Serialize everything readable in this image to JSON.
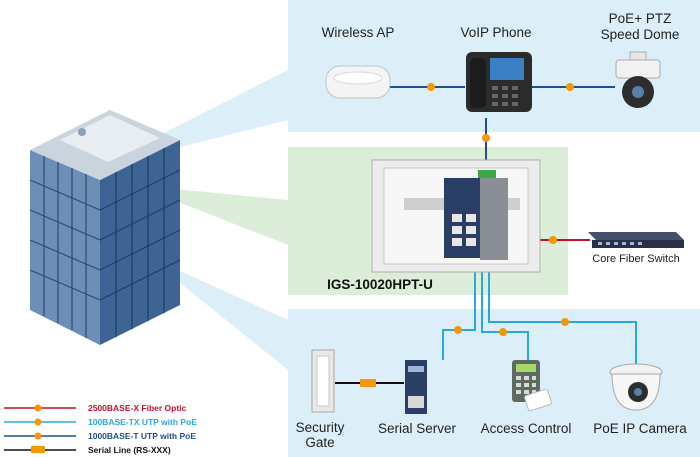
{
  "labels": {
    "wireless_ap": "Wireless AP",
    "voip_phone": "VoIP Phone",
    "ptz_line1": "PoE+ PTZ",
    "ptz_line2": "Speed Dome",
    "switch_model": "IGS-10020HPT-U",
    "core_fiber_switch": "Core Fiber Switch",
    "security_line1": "Security",
    "security_line2": "Gate",
    "serial_server": "Serial Server",
    "access_control": "Access Control",
    "poe_ip_camera": "PoE IP Camera"
  },
  "legend": [
    {
      "label": "2500BASE-X Fiber Optic",
      "color": "#c8102e"
    },
    {
      "label": "100BASE-TX UTP with PoE",
      "color": "#29a8e0"
    },
    {
      "label": "1000BASE-T UTP with PoE",
      "color": "#1d4f91"
    },
    {
      "label": "Serial Line (RS-XXX)",
      "color": "#111111"
    }
  ],
  "colors": {
    "panel_blue": "#dceff9",
    "panel_green": "#dcedd9",
    "fiber": "#c8102e",
    "utp100": "#29a8e0",
    "utp1000": "#1d4f91",
    "serial": "#111111",
    "tag_orange": "#f39800"
  }
}
